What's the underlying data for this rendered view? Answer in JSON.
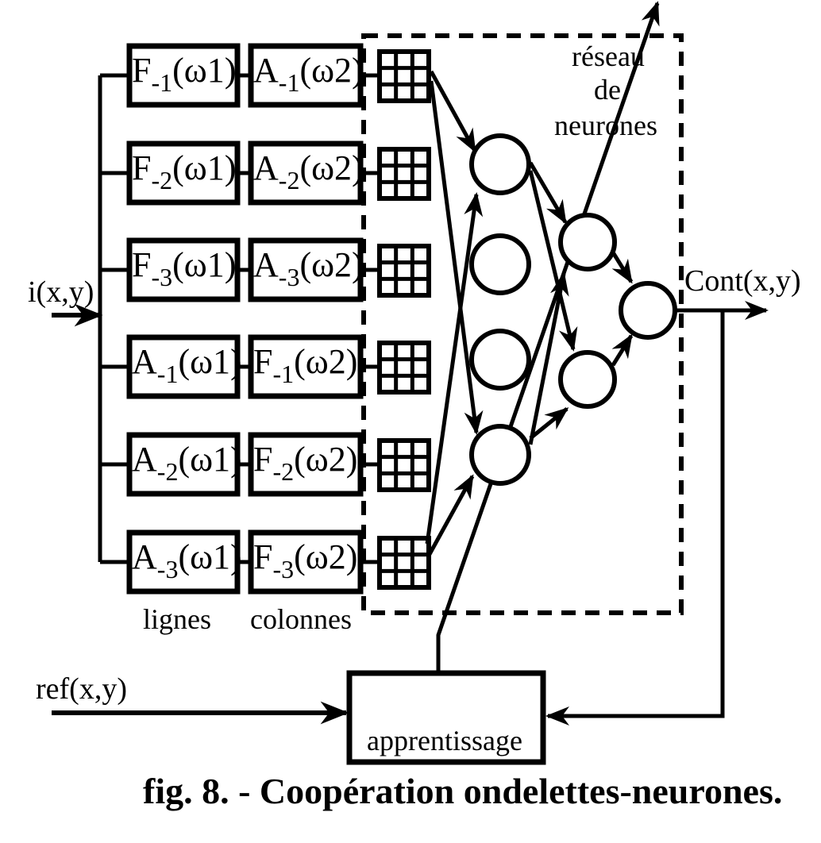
{
  "figure": {
    "caption": "fig. 8. - Coopération ondelettes-neurones.",
    "input_label": "i(x,y)",
    "output_label": "Cont(x,y)",
    "reference_label": "ref(x,y)",
    "learning_block_label": "apprentissage",
    "network_label_lines": [
      "réseau",
      "de",
      "neurones"
    ],
    "column_labels": {
      "rows": "lignes",
      "cols": "colonnes"
    },
    "filter_rows": [
      {
        "first": {
          "base": "F",
          "sub": "-1",
          "arg": "(ω1)"
        },
        "second": {
          "base": "A",
          "sub": "-1",
          "arg": "(ω2)"
        }
      },
      {
        "first": {
          "base": "F",
          "sub": "-2",
          "arg": "(ω1)"
        },
        "second": {
          "base": "A",
          "sub": "-2",
          "arg": "(ω2)"
        }
      },
      {
        "first": {
          "base": "F",
          "sub": "-3",
          "arg": "(ω1)"
        },
        "second": {
          "base": "A",
          "sub": "-3",
          "arg": "(ω2)"
        }
      },
      {
        "first": {
          "base": "A",
          "sub": "-1",
          "arg": "(ω1)"
        },
        "second": {
          "base": "F",
          "sub": "-1",
          "arg": "(ω2)"
        }
      },
      {
        "first": {
          "base": "A",
          "sub": "-2",
          "arg": "(ω1)"
        },
        "second": {
          "base": "F",
          "sub": "-2",
          "arg": "(ω2)"
        }
      },
      {
        "first": {
          "base": "A",
          "sub": "-3",
          "arg": "(ω1)"
        },
        "second": {
          "base": "F",
          "sub": "-3",
          "arg": "(ω2)"
        }
      }
    ],
    "network": {
      "input_layer_neurons": 4,
      "hidden_layer_neurons": 2,
      "output_layer_neurons": 1
    }
  }
}
